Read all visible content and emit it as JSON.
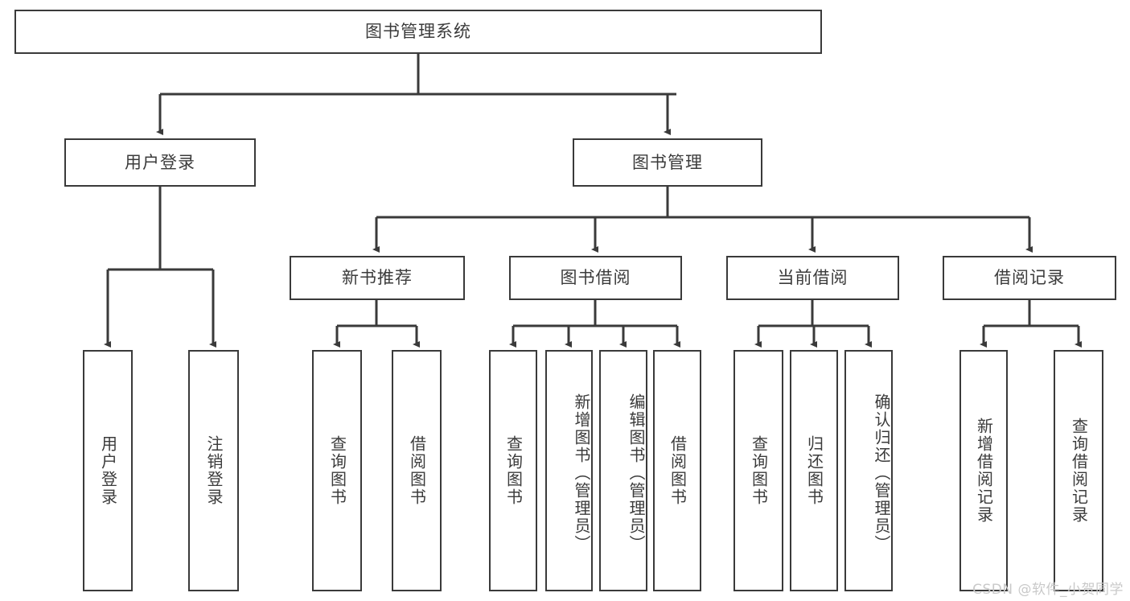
{
  "diagram": {
    "type": "tree",
    "title": "图书管理系统",
    "watermark": "CSDN @软件_小贺同学",
    "colors": {
      "stroke": "#3a3a3a",
      "fill": "#ffffff",
      "text": "#3b3b3b",
      "watermark": "#c9c9c9"
    },
    "root": {
      "label": "图书管理系统"
    },
    "level2": [
      {
        "label": "用户登录"
      },
      {
        "label": "图书管理"
      }
    ],
    "level3": [
      {
        "label": "新书推荐"
      },
      {
        "label": "图书借阅"
      },
      {
        "label": "当前借阅"
      },
      {
        "label": "借阅记录"
      }
    ],
    "leaves": {
      "user_login": [
        {
          "label": "用户登录"
        },
        {
          "label": "注销登录"
        }
      ],
      "new_book": [
        {
          "label": "查询图书"
        },
        {
          "label": "借阅图书"
        }
      ],
      "book_borrow": [
        {
          "label": "查询图书"
        },
        {
          "label": "新增图书（管理员）"
        },
        {
          "label": "编辑图书（管理员）"
        },
        {
          "label": "借阅图书"
        }
      ],
      "current_borrow": [
        {
          "label": "查询图书"
        },
        {
          "label": "归还图书"
        },
        {
          "label": "确认归还（管理员）"
        }
      ],
      "borrow_record": [
        {
          "label": "新增借阅记录"
        },
        {
          "label": "查询借阅记录"
        }
      ]
    }
  }
}
